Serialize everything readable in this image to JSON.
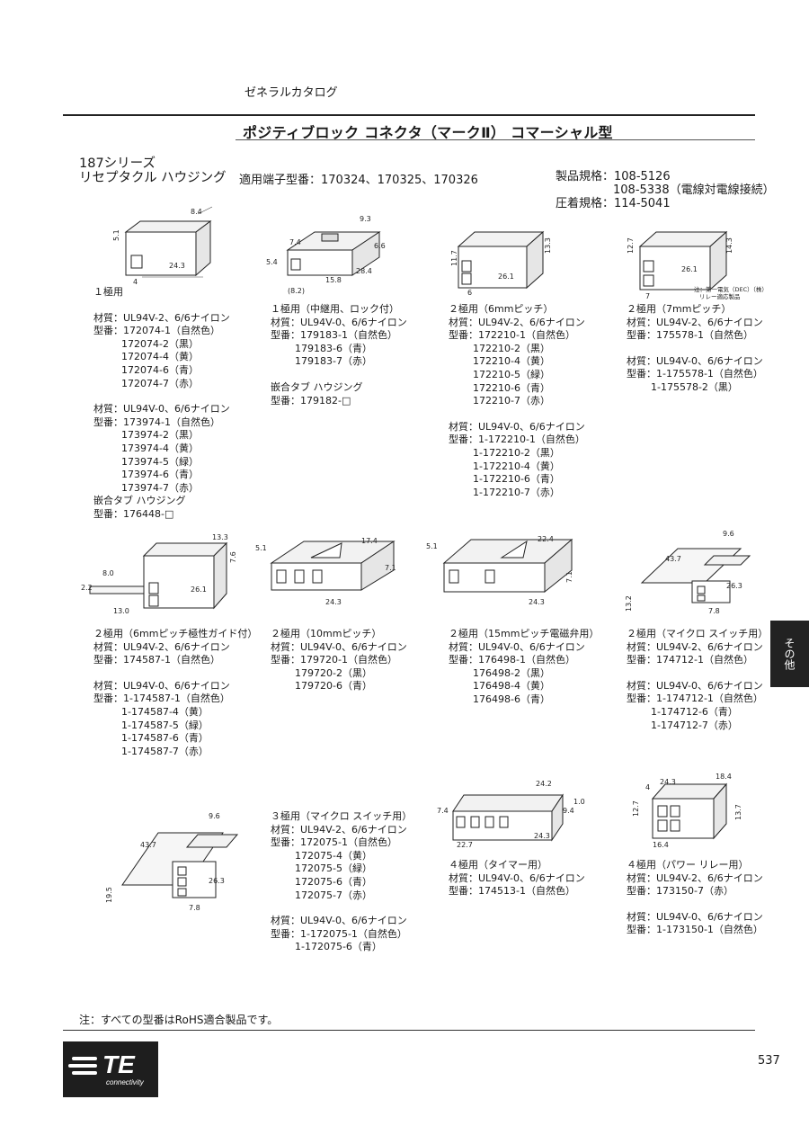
{
  "header": {
    "catalog": "ゼネラルカタログ",
    "title": "ポジティブロック コネクタ（マークⅡ） コマーシャル型"
  },
  "series": {
    "name": "187シリーズ",
    "type": "リセプタクル ハウジング",
    "terminals": "適用端子型番：170324、170325、170326",
    "spec_lines": [
      "製品規格：108-5126",
      "108-5338（電線対電線接続）",
      "圧着規格：114-5041"
    ]
  },
  "products": [
    {
      "title": "１極用",
      "dims": [
        "8.4",
        "5.1",
        "24.3",
        "4"
      ],
      "lines": [
        "材質：UL94V-2、6/6ナイロン",
        "型番：172074-1（自然色）",
        "172074-2（黒）",
        "172074-4（黄）",
        "172074-6（青）",
        "172074-7（赤）",
        "",
        "材質：UL94V-0、6/6ナイロン",
        "型番：173974-1（自然色）",
        "173974-2（黒）",
        "173974-4（黄）",
        "173974-5（緑）",
        "173974-6（青）",
        "173974-7（赤）",
        "嵌合タブ ハウジング",
        "型番：176448-□"
      ]
    },
    {
      "title": "１極用（中継用、ロック付）",
      "dims": [
        "9.3",
        "7.4",
        "6.6",
        "5.4",
        "28.4",
        "15.8",
        "(8.2)"
      ],
      "lines": [
        "材質：UL94V-0、6/6ナイロン",
        "型番：179183-1（自然色）",
        "179183-6（青）",
        "179183-7（赤）",
        "",
        "嵌合タブ ハウジング",
        "型番：179182-□"
      ]
    },
    {
      "title": "２極用（6mmピッチ）",
      "dims": [
        "11.7",
        "13.3",
        "26.1",
        "6"
      ],
      "lines": [
        "材質：UL94V-2、6/6ナイロン",
        "型番：172210-1（自然色）",
        "172210-2（黒）",
        "172210-4（黄）",
        "172210-5（緑）",
        "172210-6（青）",
        "172210-7（赤）",
        "",
        "材質：UL94V-0、6/6ナイロン",
        "型番：1-172210-1（自然色）",
        "1-172210-2（黒）",
        "1-172210-4（黄）",
        "1-172210-6（青）",
        "1-172210-7（赤）"
      ]
    },
    {
      "title": "２極用（7mmピッチ）",
      "dims": [
        "12.7",
        "14.3",
        "26.1",
        "7"
      ],
      "note": [
        "注：第一電気（DEC）（株）",
        "リレー適応製品"
      ],
      "lines": [
        "材質：UL94V-2、6/6ナイロン",
        "型番：175578-1（自然色）",
        "",
        "材質：UL94V-0、6/6ナイロン",
        "型番：1-175578-1（自然色）",
        "1-175578-2（黒）"
      ]
    },
    {
      "title": "２極用（6mmピッチ極性ガイド付）",
      "dims": [
        "13.3",
        "7.6",
        "8.0",
        "2.2",
        "26.1",
        "13.0"
      ],
      "lines": [
        "材質：UL94V-2、6/6ナイロン",
        "型番：174587-1（自然色）",
        "",
        "材質：UL94V-0、6/6ナイロン",
        "型番：1-174587-1（自然色）",
        "1-174587-4（黄）",
        "1-174587-5（緑）",
        "1-174587-6（青）",
        "1-174587-7（赤）"
      ]
    },
    {
      "title": "２極用（10mmピッチ）",
      "dims": [
        "5.1",
        "17.4",
        "7.1",
        "24.3"
      ],
      "lines": [
        "材質：UL94V-0、6/6ナイロン",
        "型番：179720-1（自然色）",
        "179720-2（黒）",
        "179720-6（青）"
      ]
    },
    {
      "title": "２極用（15mmピッチ電磁弁用）",
      "dims": [
        "5.1",
        "22.4",
        "7.1",
        "24.3"
      ],
      "lines": [
        "材質：UL94V-0、6/6ナイロン",
        "型番：176498-1（自然色）",
        "176498-2（黒）",
        "176498-4（黄）",
        "176498-6（青）"
      ]
    },
    {
      "title": "２極用（マイクロ スイッチ用）",
      "dims": [
        "9.6",
        "43.7",
        "13.2",
        "26.3",
        "7.8"
      ],
      "lines": [
        "材質：UL94V-2、6/6ナイロン",
        "型番：174712-1（自然色）",
        "",
        "材質：UL94V-0、6/6ナイロン",
        "型番：1-174712-1（自然色）",
        "1-174712-6（青）",
        "1-174712-7（赤）"
      ]
    },
    {
      "title": "",
      "dims": [
        "9.6",
        "43.7",
        "19.5",
        "26.3",
        "7.8"
      ],
      "lines": []
    },
    {
      "title": "３極用（マイクロ スイッチ用）",
      "dims": [],
      "lines": [
        "材質：UL94V-2、6/6ナイロン",
        "型番：172075-1（自然色）",
        "172075-4（黄）",
        "172075-5（緑）",
        "172075-6（青）",
        "172075-7（赤）",
        "",
        "材質：UL94V-0、6/6ナイロン",
        "型番：1-172075-1（自然色）",
        "1-172075-6（青）"
      ]
    },
    {
      "title": "４極用（タイマー用）",
      "dims": [
        "24.2",
        "1.0",
        "7.4",
        "9.4",
        "22.7",
        "24.3"
      ],
      "lines": [
        "材質：UL94V-0、6/6ナイロン",
        "型番：174513-1（自然色）"
      ]
    },
    {
      "title": "４極用（パワー リレー用）",
      "dims": [
        "4",
        "24.3",
        "18.4",
        "12.7",
        "13.7",
        "16.4"
      ],
      "lines": [
        "材質：UL94V-2、6/6ナイロン",
        "型番：173150-7（赤）",
        "",
        "材質：UL94V-0、6/6ナイロン",
        "型番：1-173150-1（自然色）"
      ]
    }
  ],
  "side_tab": "その他",
  "footer": {
    "note": "注：すべての型番はRoHS適合製品です。",
    "logo_text": "TE",
    "logo_sub": "connectivity",
    "page": "537"
  }
}
